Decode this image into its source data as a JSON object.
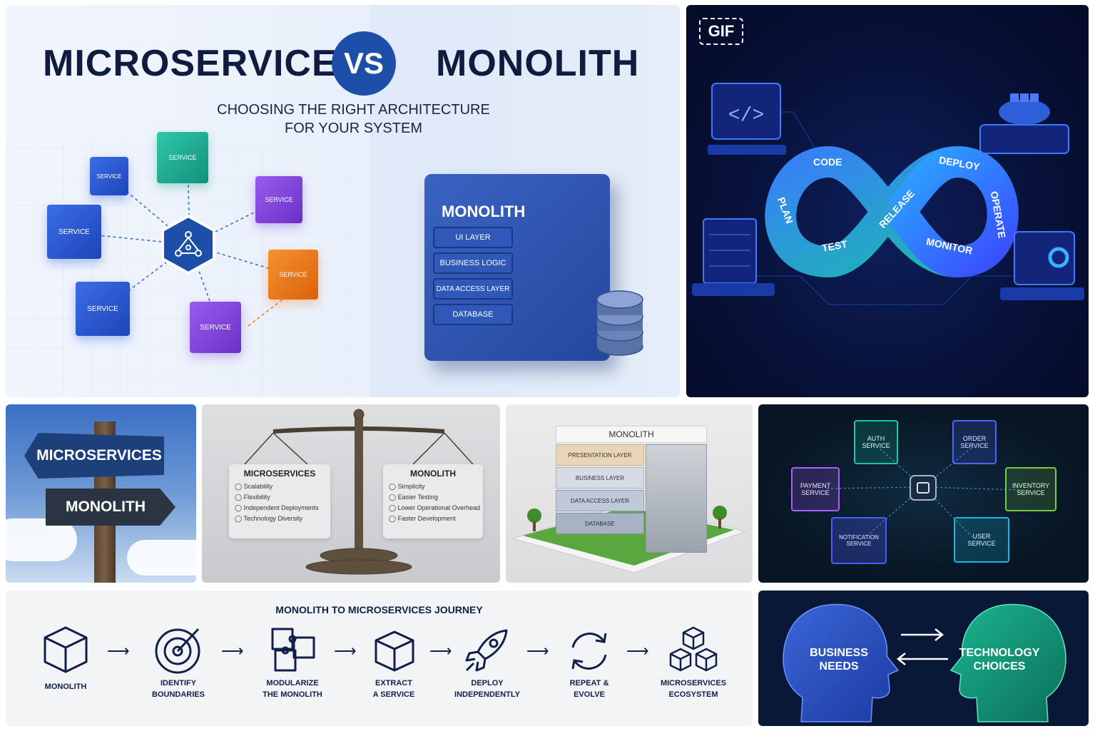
{
  "hero": {
    "left_title": "MICROSERVICES",
    "vs_label": "VS",
    "right_title": "MONOLITH",
    "subtitle_line1": "CHOOSING THE RIGHT ARCHITECTURE",
    "subtitle_line2": "FOR YOUR SYSTEM",
    "service_label": "SERVICE",
    "monolith_block": {
      "title": "MONOLITH",
      "layers": [
        "UI LAYER",
        "BUSINESS LOGIC",
        "DATA ACCESS LAYER",
        "DATABASE"
      ]
    }
  },
  "devops": {
    "badge": "GIF",
    "stages": [
      "PLAN",
      "CODE",
      "TEST",
      "RELEASE",
      "DEPLOY",
      "OPERATE",
      "MONITOR"
    ],
    "icons": [
      "code-monitor-icon",
      "docker-server-icon",
      "server-rack-icon",
      "dashboard-monitor-icon"
    ]
  },
  "signpost": {
    "top_sign": "MICROSERVICES",
    "bottom_sign": "MONOLITH"
  },
  "scale": {
    "left": {
      "title": "MICROSERVICES",
      "items": [
        "Scalability",
        "Flexibility",
        "Independent Deployments",
        "Technology Diversity"
      ]
    },
    "right": {
      "title": "MONOLITH",
      "items": [
        "Simplicity",
        "Easier Testing",
        "Lower Operational Overhead",
        "Faster Development"
      ]
    }
  },
  "building": {
    "title": "MONOLITH",
    "layers": [
      "PRESENTATION LAYER",
      "BUSINESS LAYER",
      "DATA ACCESS LAYER",
      "DATABASE"
    ]
  },
  "service_mesh": {
    "nodes": [
      {
        "l1": "AUTH",
        "l2": "SERVICE",
        "color": "#18c6a8"
      },
      {
        "l1": "ORDER",
        "l2": "SERVICE",
        "color": "#4a66ff"
      },
      {
        "l1": "PAYMENT",
        "l2": "SERVICE",
        "color": "#b05cff"
      },
      {
        "l1": "INVENTORY",
        "l2": "SERVICE",
        "color": "#7ac943"
      },
      {
        "l1": "NOTIFICATION",
        "l2": "SERVICE",
        "color": "#4a5cff"
      },
      {
        "l1": "USER",
        "l2": "SERVICE",
        "color": "#19b8e0"
      }
    ]
  },
  "journey": {
    "title": "MONOLITH TO MICROSERVICES JOURNEY",
    "steps": [
      {
        "l1": "MONOLITH",
        "l2": "",
        "icon": "cube-icon"
      },
      {
        "l1": "IDENTIFY",
        "l2": "BOUNDARIES",
        "icon": "target-icon"
      },
      {
        "l1": "MODULARIZE",
        "l2": "THE MONOLITH",
        "icon": "puzzle-icon"
      },
      {
        "l1": "EXTRACT",
        "l2": "A SERVICE",
        "icon": "box-icon"
      },
      {
        "l1": "DEPLOY",
        "l2": "INDEPENDENTLY",
        "icon": "rocket-icon"
      },
      {
        "l1": "REPEAT &",
        "l2": "EVOLVE",
        "icon": "cycle-icon"
      },
      {
        "l1": "MICROSERVICES",
        "l2": "ECOSYSTEM",
        "icon": "cubes-icon"
      }
    ]
  },
  "heads": {
    "left_l1": "BUSINESS",
    "left_l2": "NEEDS",
    "right_l1": "TECHNOLOGY",
    "right_l2": "CHOICES"
  },
  "colors": {
    "navy": "#0f1c3f",
    "vs_blue": "#1d4fa8",
    "devops_bg": "#071036",
    "service_teal": "#16a58d",
    "service_purple": "#7b3fd6",
    "service_orange": "#f07a1a",
    "service_blue": "#2557d6"
  }
}
